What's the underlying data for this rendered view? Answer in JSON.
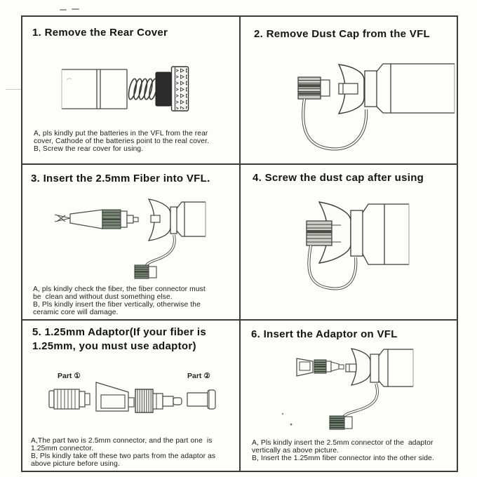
{
  "document_kind": "scanned instruction sheet",
  "ink_color": "#3c3c3c",
  "paper_color": "#fdfdfb",
  "knurl_tint": "#7d8a7a",
  "panels": [
    {
      "title": "1. Remove the Rear Cover",
      "note": "A, pls kindly put the batteries in the VFL from the rear\ncover, Cathode of the batteries point to the real cover.\nB, Screw the rear cover for using."
    },
    {
      "title": "2. Remove Dust Cap from the VFL",
      "note": ""
    },
    {
      "title": "3. Insert the 2.5mm Fiber into VFL.",
      "note": "A, pls kindly check the fiber, the fiber connector must\nbe  clean and without dust something else.\nB, Pls kindly insert the fiber vertically, otherwise the\nceramic core will damage."
    },
    {
      "title": "4. Screw the dust cap after using",
      "note": ""
    },
    {
      "title": "5. 1.25mm Adaptor(If your fiber is\n1.25mm, you must use adaptor)",
      "note": "A,The part two is 2.5mm connector, and the part one  is\n1.25mm connector.\nB, Pls kindly take off these two parts from the adaptor as\nabove picture before using.",
      "part_labels": [
        "Part ①",
        "Part ②"
      ]
    },
    {
      "title": "6. Insert the Adaptor on VFL",
      "note": "A, Pls kindly insert the 2.5mm connector of the  adaptor\nvertically as above picture.\nB, Insert the 1.25mm fiber connector into the other side."
    }
  ]
}
